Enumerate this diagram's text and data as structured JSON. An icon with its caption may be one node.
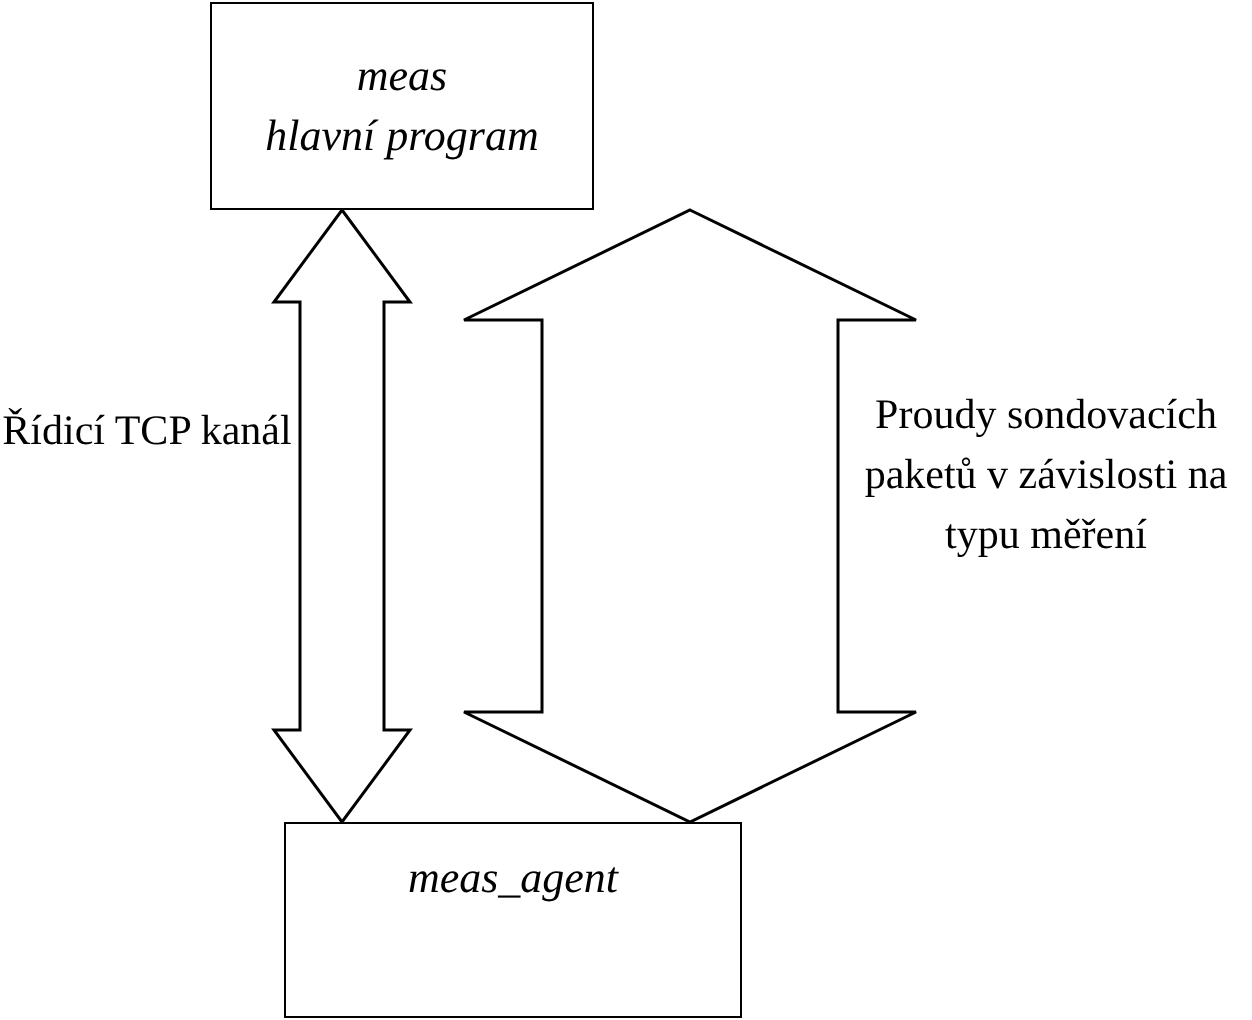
{
  "diagram": {
    "nodes": [
      {
        "text": [
          "meas",
          "hlavní program"
        ]
      },
      {
        "text": [
          "meas_agent"
        ]
      }
    ],
    "edges": [
      {
        "from": 0,
        "to": 1,
        "arrow": "both",
        "style": "thick",
        "label": "Řídicí TCP kanál"
      },
      {
        "from": 0,
        "to": 1,
        "arrow": "both",
        "style": "thick",
        "label": "Proudy sondovacích paketů v závislosti na typu měření"
      }
    ]
  }
}
